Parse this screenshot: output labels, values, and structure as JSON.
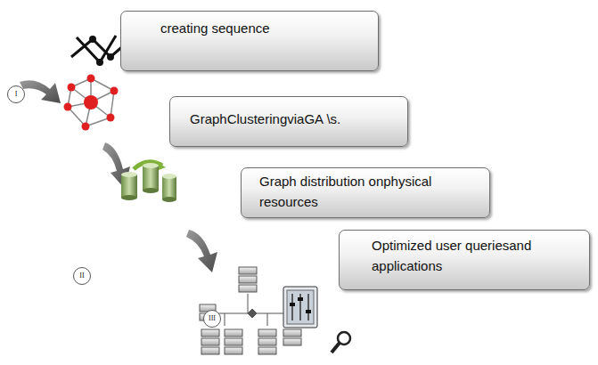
{
  "diagram": {
    "nodes": [
      {
        "text": [
          "creating sequence"
        ]
      },
      {
        "text": [
          "GraphClusteringviaGA \\s."
        ]
      },
      {
        "text": [
          "Graph distribution onphysical resources"
        ]
      },
      {
        "text": [
          "Optimized user queriesand applications"
        ]
      }
    ],
    "labels": [
      "I",
      "II",
      "III"
    ]
  }
}
